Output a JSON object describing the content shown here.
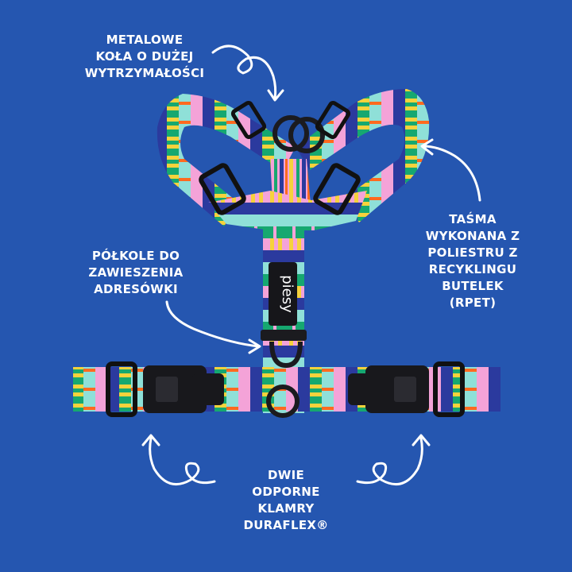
{
  "background_color": "#2556b0",
  "stripe_colors": [
    "#f4a3d8",
    "#2b3a9e",
    "#16a870",
    "#f6d23c",
    "#ff6a1f",
    "#8fe0d8",
    "#e8e2e6"
  ],
  "labels": {
    "rings": [
      "METALOWE",
      "KOŁA O DUŻEJ",
      "WYTRZYMAŁOŚCI"
    ],
    "tape": [
      "TAŚMA",
      "WYKONANA Z",
      "POLIESTRU Z",
      "RECYKLINGU",
      "BUTELEK",
      "(RPET)"
    ],
    "half": [
      "PÓŁKOLE DO",
      "ZAWIESZENIA",
      "ADRESÓWKI"
    ],
    "buckles": [
      "DWIE",
      "ODPORNE",
      "KLAMRY",
      "DURAFLEX®"
    ]
  },
  "brand_tag": "piesy"
}
